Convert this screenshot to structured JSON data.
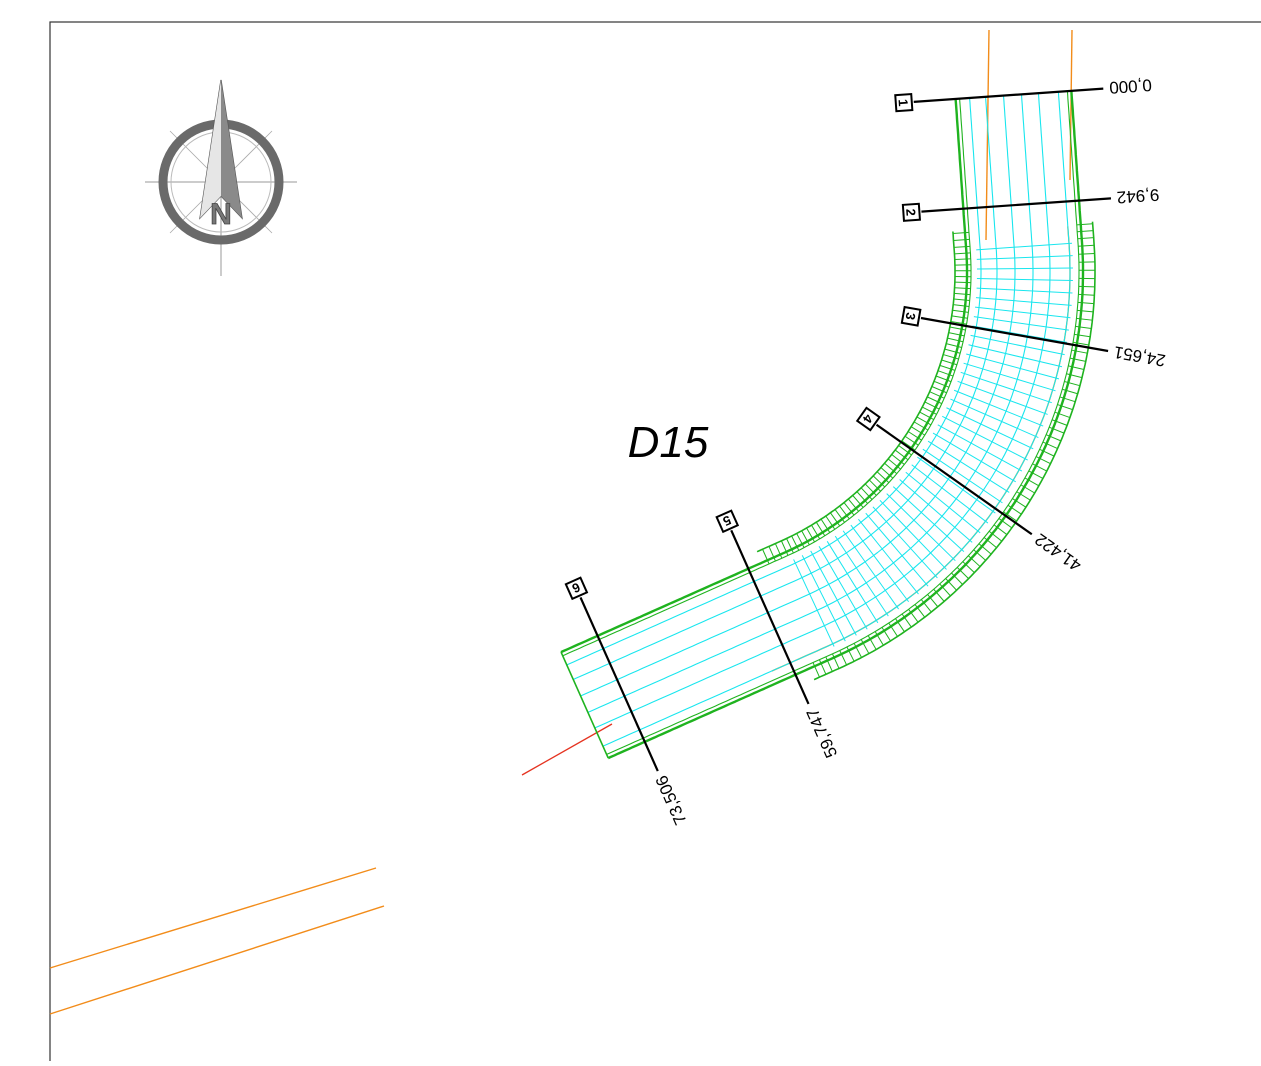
{
  "drawing": {
    "title": "D15",
    "compass_letter": "N",
    "colors": {
      "green": "#1fb31f",
      "cyan": "#19e6ee",
      "orange": "#f28c1a",
      "red": "#e53320",
      "black": "#000000",
      "frame": "#333333"
    },
    "sections": [
      {
        "marker": "1",
        "chainage": "0,000"
      },
      {
        "marker": "2",
        "chainage": "9,942"
      },
      {
        "marker": "3",
        "chainage": "24,651"
      },
      {
        "marker": "4",
        "chainage": "41,422"
      },
      {
        "marker": "5",
        "chainage": "59,747"
      },
      {
        "marker": "6",
        "chainage": "73,506"
      }
    ]
  }
}
